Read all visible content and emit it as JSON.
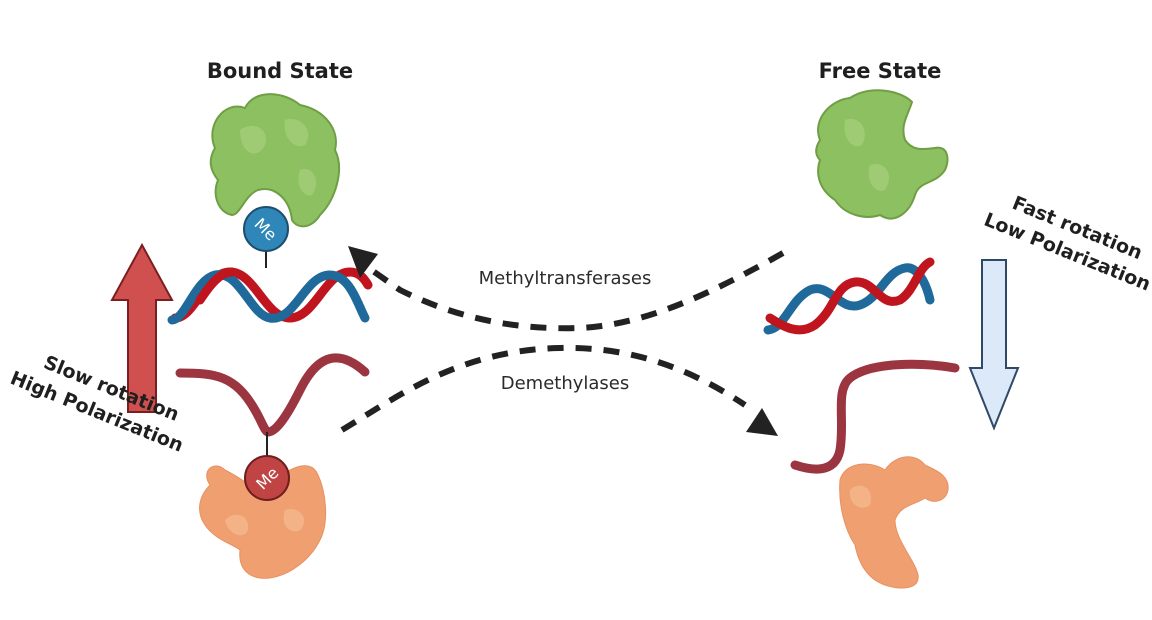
{
  "diagram": {
    "bound_state": {
      "title": "Bound State",
      "methyl_label_top": "Me",
      "methyl_label_bottom": "Me",
      "annotation_line1": "Slow rotation",
      "annotation_line2": "High Polarization"
    },
    "free_state": {
      "title": "Free State",
      "annotation_line1": "Fast rotation",
      "annotation_line2": "Low Polarization"
    },
    "transitions": {
      "free_to_bound": "Methyltransferases",
      "bound_to_free": "Demethylases"
    },
    "colors": {
      "green_protein": "#8dc060",
      "green_protein_dark": "#6f9e45",
      "orange_protein": "#f0a070",
      "dna_blue": "#1f6a9a",
      "dna_red": "#c0141e",
      "rna_strand": "#9b3540",
      "methyl_blue": "#2f86b8",
      "methyl_red": "#c04444",
      "up_arrow": "#d05050",
      "down_arrow": "#dbe9f8",
      "dashed_arrow": "#222222"
    }
  }
}
